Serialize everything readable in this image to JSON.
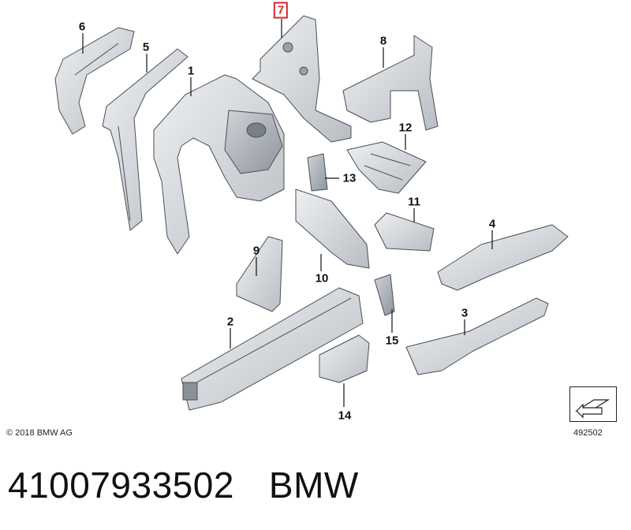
{
  "diagram": {
    "callouts": [
      {
        "id": "6",
        "label": "6"
      },
      {
        "id": "5",
        "label": "5"
      },
      {
        "id": "1",
        "label": "1"
      },
      {
        "id": "7",
        "label": "7",
        "highlighted": true
      },
      {
        "id": "8",
        "label": "8"
      },
      {
        "id": "12",
        "label": "12"
      },
      {
        "id": "13",
        "label": "13"
      },
      {
        "id": "11",
        "label": "11"
      },
      {
        "id": "4",
        "label": "4"
      },
      {
        "id": "9",
        "label": "9"
      },
      {
        "id": "10",
        "label": "10"
      },
      {
        "id": "2",
        "label": "2"
      },
      {
        "id": "15",
        "label": "15"
      },
      {
        "id": "3",
        "label": "3"
      },
      {
        "id": "14",
        "label": "14"
      }
    ],
    "copyright": "© 2018 BMW AG",
    "image_number": "492502",
    "highlight_color": "#d7262b",
    "part_fill_color": "#d9dce0"
  },
  "footer": {
    "part_number": "41007933502",
    "brand": "BMW"
  }
}
